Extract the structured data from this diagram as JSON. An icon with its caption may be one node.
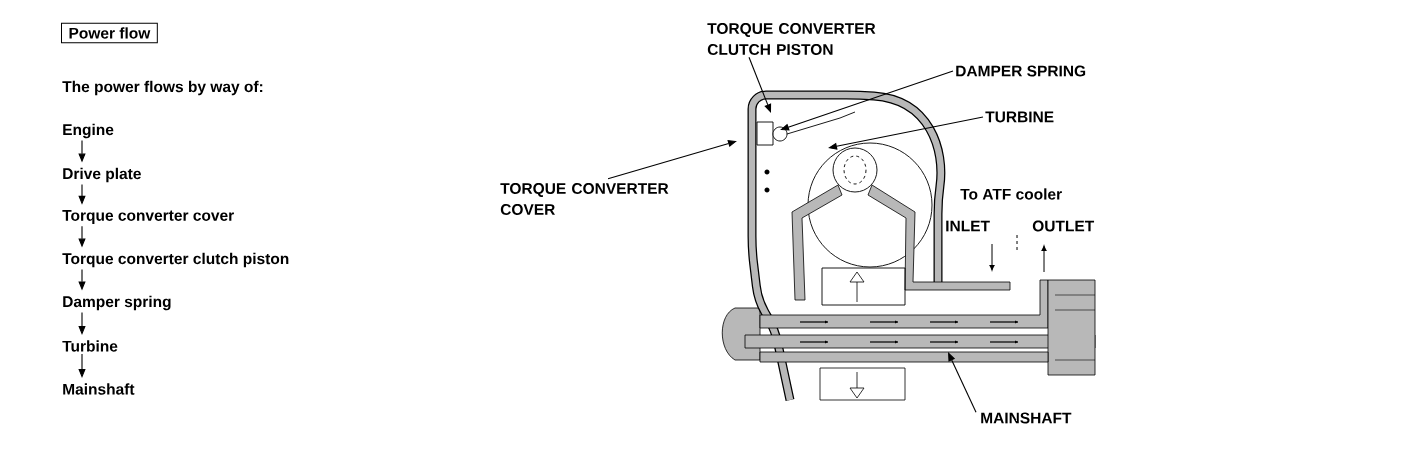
{
  "diagram": {
    "nodes": [
      {
        "text": [
          "Power flow"
        ]
      },
      {
        "text": [
          "Engine"
        ]
      },
      {
        "text": [
          "Drive plate"
        ]
      },
      {
        "text": [
          "Torque converter cover"
        ]
      },
      {
        "text": [
          "Torque converter clutch piston"
        ]
      },
      {
        "text": [
          "Damper spring"
        ]
      },
      {
        "text": [
          "Turbine"
        ]
      },
      {
        "text": [
          "Mainshaft"
        ]
      },
      {
        "text": [
          "TORQUE CONVERTER CLUTCH PISTON"
        ]
      },
      {
        "text": [
          "DAMPER SPRING"
        ]
      },
      {
        "text": [
          "TURBINE"
        ]
      },
      {
        "text": [
          "TORQUE CONVERTER COVER"
        ]
      },
      {
        "text": [
          "MAINSHAFT"
        ]
      }
    ],
    "edges": [
      {
        "from": 1,
        "to": 2,
        "arrow": "to"
      },
      {
        "from": 2,
        "to": 3,
        "arrow": "to"
      },
      {
        "from": 3,
        "to": 4,
        "arrow": "to"
      },
      {
        "from": 4,
        "to": 5,
        "arrow": "to"
      },
      {
        "from": 5,
        "to": 6,
        "arrow": "to"
      },
      {
        "from": 6,
        "to": 7,
        "arrow": "to"
      },
      {
        "from": 8,
        "to": null,
        "arrow": "to"
      },
      {
        "from": 9,
        "to": null,
        "arrow": "to"
      },
      {
        "from": 10,
        "to": null,
        "arrow": "to"
      },
      {
        "from": 11,
        "to": null,
        "arrow": "to"
      },
      {
        "from": 12,
        "to": null,
        "arrow": "to"
      }
    ],
    "labels": [
      "The power flows by way of:",
      "To ATF cooler",
      "INLET",
      "OUTLET"
    ]
  }
}
